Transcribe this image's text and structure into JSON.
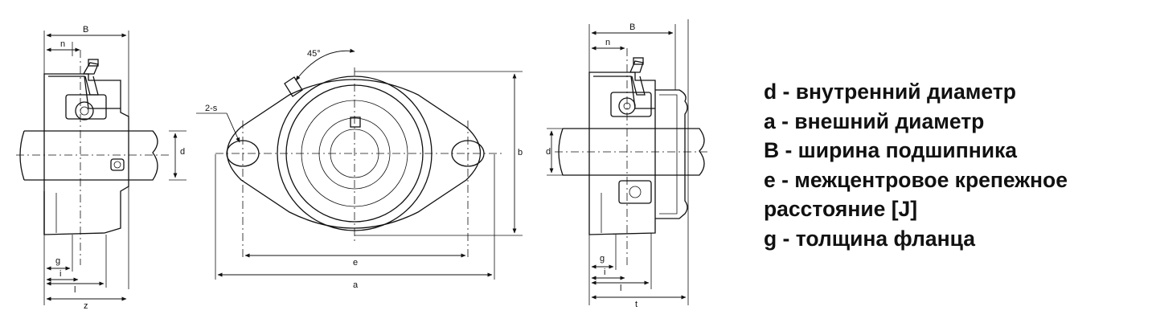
{
  "dimension_labels": {
    "B": "B",
    "n": "n",
    "d": "d",
    "g": "g",
    "i": "i",
    "l": "l",
    "z": "z",
    "angle": "45°",
    "two_s": "2-s",
    "e": "e",
    "a": "a",
    "b": "b",
    "t": "t"
  },
  "legend": [
    "d - внутренний диаметр",
    "a - внешний диаметр",
    "B - ширина подшипника",
    "e - межцентровое крепежное",
    "расстояние [J]",
    "g - толщина фланца"
  ]
}
